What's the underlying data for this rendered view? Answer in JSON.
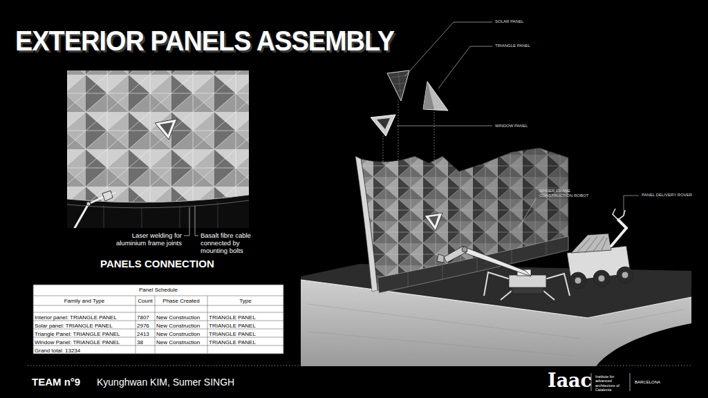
{
  "diagram": {
    "title": "EXTERIOR PANELS ASSEMBLY",
    "labels": [
      "Laser welding for aluminium frame joints",
      "Basalt fibre cable connected by mounting bolts",
      "PANELS CONNECTION",
      "Panel Schedule",
      "Family and Type",
      "Count",
      "Phase Created",
      "Type",
      "Interior panel: TRIANGLE PANEL",
      "7807",
      "New Construction",
      "TRIANGLE PANEL",
      "Solar panel: TRIANGLE PANEL",
      "2976",
      "New Construction",
      "TRIANGLE PANEL",
      "Triangle Panel: TRIANGLE PANEL",
      "2413",
      "New Construction",
      "TRIANGLE PANEL",
      "Window Panel: TRIANGLE PANEL",
      "38",
      "New Construction",
      "TRIANGLE PANEL",
      "Grand total: 13234",
      "SOLAR PANEL",
      "TRIANGLE PANEL",
      "WINDOW PANEL",
      "SPIDER CRANE CONSTRUCTION ROBOT",
      "PANEL DELIVERY ROVER",
      "TEAM n°9",
      "Kyunghwan KIM, Sumer SINGH",
      "Iaac",
      "Institute for advanced architecture of Catalonia",
      "BARCELONA"
    ]
  }
}
